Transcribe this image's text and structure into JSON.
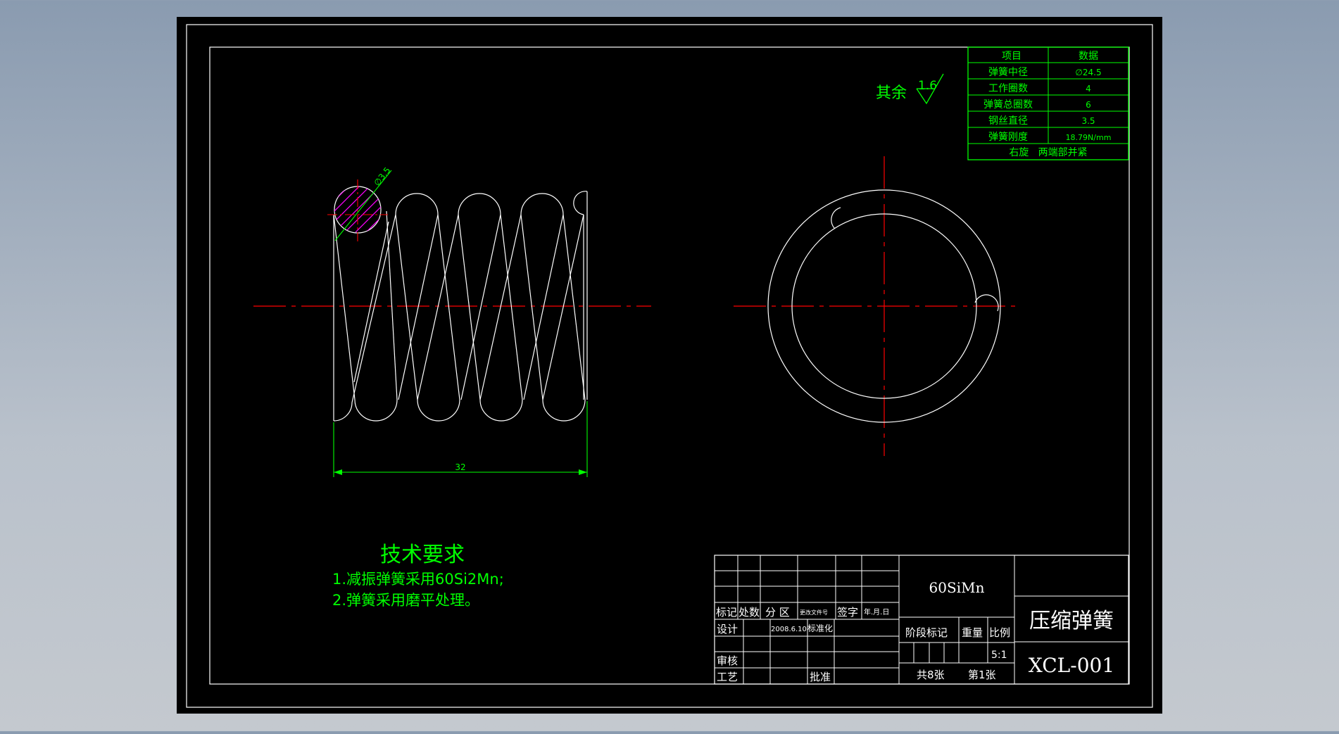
{
  "colors": {
    "background": "#000000",
    "outline": "#ffffff",
    "annotation": "#00ff00",
    "centerline": "#ff0000",
    "hatch": "#ff00ff"
  },
  "surface_note": {
    "label": "其余",
    "value": "1.6"
  },
  "params": {
    "header": [
      "项目",
      "数据"
    ],
    "rows": [
      [
        "弹簧中径",
        "∅24.5"
      ],
      [
        "工作圈数",
        "4"
      ],
      [
        "弹簧总圈数",
        "6"
      ],
      [
        "钢丝直径",
        "3.5"
      ],
      [
        "弹簧刚度",
        "18.79N/mm"
      ]
    ],
    "footer": "右旋   两端部并紧"
  },
  "dims": {
    "wire": "∅3.5",
    "length": "32"
  },
  "tech": {
    "title": "技术要求",
    "line1": "1.减振弹簧采用60Si2Mn;",
    "line2": "2.弹簧采用磨平处理。"
  },
  "title_block": {
    "material": "60SiMn",
    "name": "压缩弹簧",
    "code": "XCL-001",
    "scale": "5:1",
    "stage_label": "阶段标记",
    "weight_label": "重量",
    "scale_label": "比例",
    "total_sheets": "共8张",
    "sheet_no": "第1张",
    "hdr_mark": "标记",
    "hdr_count": "处数",
    "hdr_zone": "分 区",
    "hdr_docno": "更改文件号",
    "hdr_sign": "签字",
    "hdr_date": "年.月.日",
    "design": "设计",
    "design_date": "2008.6.10",
    "standardize": "标准化",
    "review": "审核",
    "process": "工艺",
    "approve": "批准"
  }
}
